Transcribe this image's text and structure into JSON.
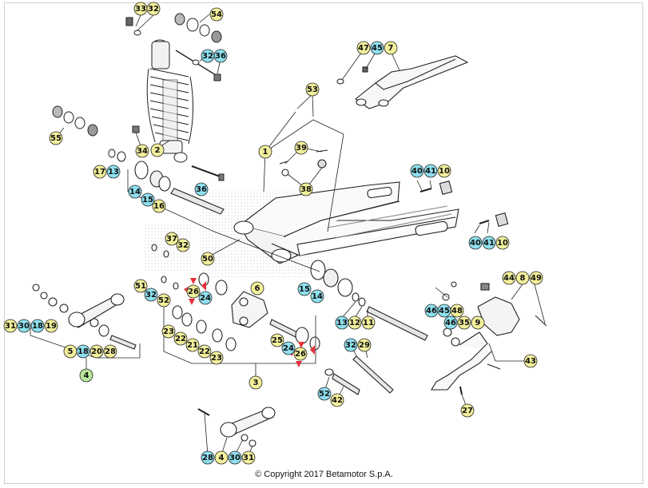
{
  "copyright": "© Copyright 2017 Betamotor S.p.A.",
  "colors": {
    "yellow": "#f2ef9b",
    "cyan": "#8ee0ef",
    "green": "#b9e79c",
    "outline": "#222222",
    "marker": "#e8303a"
  },
  "callouts": [
    {
      "id": "c33",
      "text": "33",
      "color": "yellow"
    },
    {
      "id": "c32a",
      "text": "32",
      "color": "yellow"
    },
    {
      "id": "c54",
      "text": "54",
      "color": "yellow"
    },
    {
      "id": "c32b",
      "text": "32",
      "color": "cyan"
    },
    {
      "id": "c36a",
      "text": "36",
      "color": "cyan"
    },
    {
      "id": "c47",
      "text": "47",
      "color": "yellow"
    },
    {
      "id": "c45a",
      "text": "45",
      "color": "cyan"
    },
    {
      "id": "c7",
      "text": "7",
      "color": "yellow"
    },
    {
      "id": "c53",
      "text": "53",
      "color": "yellow"
    },
    {
      "id": "c55",
      "text": "55",
      "color": "yellow"
    },
    {
      "id": "c34",
      "text": "34",
      "color": "yellow"
    },
    {
      "id": "c2",
      "text": "2",
      "color": "yellow"
    },
    {
      "id": "c1",
      "text": "1",
      "color": "yellow"
    },
    {
      "id": "c39",
      "text": "39",
      "color": "yellow"
    },
    {
      "id": "c17",
      "text": "17",
      "color": "yellow"
    },
    {
      "id": "c13a",
      "text": "13",
      "color": "cyan"
    },
    {
      "id": "c38",
      "text": "38",
      "color": "yellow"
    },
    {
      "id": "c40a",
      "text": "40",
      "color": "cyan"
    },
    {
      "id": "c41a",
      "text": "41",
      "color": "cyan"
    },
    {
      "id": "c10a",
      "text": "10",
      "color": "yellow"
    },
    {
      "id": "c36b",
      "text": "36",
      "color": "cyan"
    },
    {
      "id": "c14a",
      "text": "14",
      "color": "cyan"
    },
    {
      "id": "c15a",
      "text": "15",
      "color": "cyan"
    },
    {
      "id": "c16",
      "text": "16",
      "color": "yellow"
    },
    {
      "id": "c37",
      "text": "37",
      "color": "yellow"
    },
    {
      "id": "c32c",
      "text": "32",
      "color": "yellow"
    },
    {
      "id": "c40b",
      "text": "40",
      "color": "cyan"
    },
    {
      "id": "c41b",
      "text": "41",
      "color": "cyan"
    },
    {
      "id": "c10b",
      "text": "10",
      "color": "yellow"
    },
    {
      "id": "c50",
      "text": "50",
      "color": "yellow"
    },
    {
      "id": "c44",
      "text": "44",
      "color": "yellow"
    },
    {
      "id": "c8",
      "text": "8",
      "color": "yellow"
    },
    {
      "id": "c49",
      "text": "49",
      "color": "yellow"
    },
    {
      "id": "c51",
      "text": "51",
      "color": "yellow"
    },
    {
      "id": "c26a",
      "text": "26",
      "color": "yellow"
    },
    {
      "id": "c6",
      "text": "6",
      "color": "yellow"
    },
    {
      "id": "c32d",
      "text": "32",
      "color": "cyan"
    },
    {
      "id": "c52a",
      "text": "52",
      "color": "yellow"
    },
    {
      "id": "c24a",
      "text": "24",
      "color": "cyan"
    },
    {
      "id": "c15b",
      "text": "15",
      "color": "cyan"
    },
    {
      "id": "c14b",
      "text": "14",
      "color": "cyan"
    },
    {
      "id": "c46a",
      "text": "46",
      "color": "cyan"
    },
    {
      "id": "c45b",
      "text": "45",
      "color": "cyan"
    },
    {
      "id": "c48",
      "text": "48",
      "color": "yellow"
    },
    {
      "id": "c31a",
      "text": "31",
      "color": "yellow"
    },
    {
      "id": "c30a",
      "text": "30",
      "color": "cyan"
    },
    {
      "id": "c18a",
      "text": "18",
      "color": "cyan"
    },
    {
      "id": "c19",
      "text": "19",
      "color": "yellow"
    },
    {
      "id": "c13b",
      "text": "13",
      "color": "cyan"
    },
    {
      "id": "c12",
      "text": "12",
      "color": "yellow"
    },
    {
      "id": "c11",
      "text": "11",
      "color": "yellow"
    },
    {
      "id": "c46b",
      "text": "46",
      "color": "cyan"
    },
    {
      "id": "c35",
      "text": "35",
      "color": "yellow"
    },
    {
      "id": "c9",
      "text": "9",
      "color": "yellow"
    },
    {
      "id": "c23a",
      "text": "23",
      "color": "yellow"
    },
    {
      "id": "c22a",
      "text": "22",
      "color": "yellow"
    },
    {
      "id": "c21",
      "text": "21",
      "color": "yellow"
    },
    {
      "id": "c22b",
      "text": "22",
      "color": "yellow"
    },
    {
      "id": "c23b",
      "text": "23",
      "color": "yellow"
    },
    {
      "id": "c25",
      "text": "25",
      "color": "yellow"
    },
    {
      "id": "c24b",
      "text": "24",
      "color": "cyan"
    },
    {
      "id": "c26b",
      "text": "26",
      "color": "yellow"
    },
    {
      "id": "c32e",
      "text": "32",
      "color": "cyan"
    },
    {
      "id": "c29",
      "text": "29",
      "color": "yellow"
    },
    {
      "id": "c5",
      "text": "5",
      "color": "yellow"
    },
    {
      "id": "c18b",
      "text": "18",
      "color": "cyan"
    },
    {
      "id": "c20",
      "text": "20",
      "color": "yellow"
    },
    {
      "id": "c28a",
      "text": "28",
      "color": "yellow"
    },
    {
      "id": "c43",
      "text": "43",
      "color": "yellow"
    },
    {
      "id": "c4a",
      "text": "4",
      "color": "green"
    },
    {
      "id": "c3",
      "text": "3",
      "color": "yellow"
    },
    {
      "id": "c52b",
      "text": "52",
      "color": "cyan"
    },
    {
      "id": "c42",
      "text": "42",
      "color": "yellow"
    },
    {
      "id": "c27",
      "text": "27",
      "color": "yellow"
    },
    {
      "id": "c28b",
      "text": "28",
      "color": "cyan"
    },
    {
      "id": "c4b",
      "text": "4",
      "color": "yellow"
    },
    {
      "id": "c30b",
      "text": "30",
      "color": "cyan"
    },
    {
      "id": "c31b",
      "text": "31",
      "color": "yellow"
    }
  ]
}
